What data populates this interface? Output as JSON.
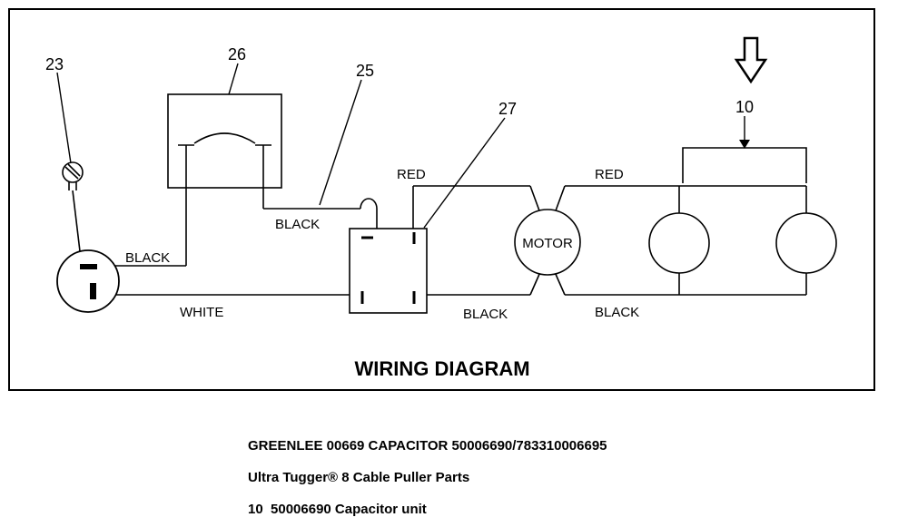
{
  "diagram": {
    "title": "WIRING DIAGRAM",
    "refs": {
      "r23": "23",
      "r25": "25",
      "r26": "26",
      "r27": "27",
      "r10": "10"
    },
    "wire_labels": {
      "black_plug": "BLACK",
      "white": "WHITE",
      "black_top": "BLACK",
      "red_left": "RED",
      "red_right": "RED",
      "black_center": "BLACK",
      "black_right": "BLACK"
    },
    "motor_label": "MOTOR",
    "colors": {
      "line": "#000000",
      "background": "#ffffff"
    }
  },
  "footer": {
    "line1": "GREENLEE 00669 CAPACITOR 50006690/783310006695",
    "line2": "Ultra Tugger® 8 Cable Puller Parts",
    "line3": "10  50006690 Capacitor unit"
  }
}
